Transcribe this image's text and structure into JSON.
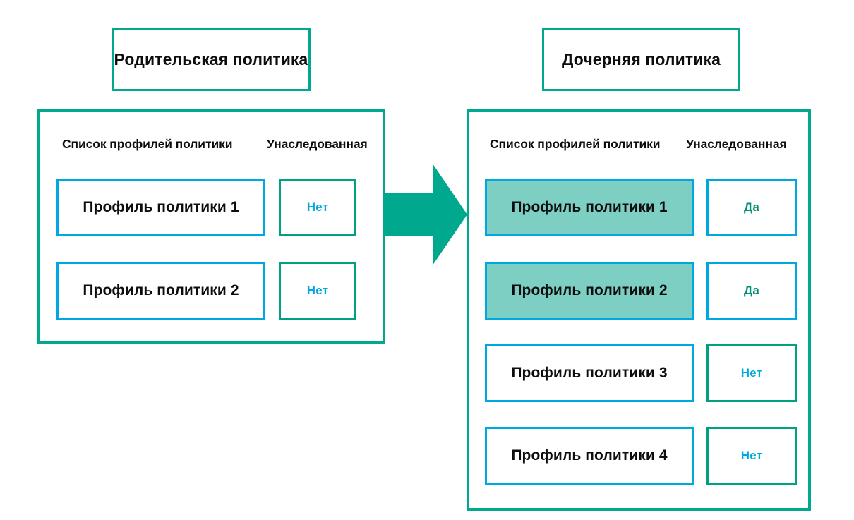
{
  "diagram": {
    "parent": {
      "title": "Родительская политика",
      "headers": {
        "profiles": "Список профилей политики",
        "inherited": "Унаследованная"
      },
      "rows": [
        {
          "profile": "Профиль политики 1",
          "inherited": "Нет",
          "highlighted": false
        },
        {
          "profile": "Профиль политики 2",
          "inherited": "Нет",
          "highlighted": false
        }
      ]
    },
    "child": {
      "title": "Дочерняя политика",
      "headers": {
        "profiles": "Список профилей политики",
        "inherited": "Унаследованная"
      },
      "rows": [
        {
          "profile": "Профиль политики 1",
          "inherited": "Да",
          "highlighted": true
        },
        {
          "profile": "Профиль политики 2",
          "inherited": "Да",
          "highlighted": true
        },
        {
          "profile": "Профиль политики 3",
          "inherited": "Нет",
          "highlighted": false
        },
        {
          "profile": "Профиль политики 4",
          "inherited": "Нет",
          "highlighted": false
        }
      ]
    },
    "arrow": {
      "direction": "right",
      "label": ""
    },
    "colors": {
      "teal_border": "#00A88E",
      "blue_border": "#00A8E1",
      "highlight_fill": "#7DCFC4",
      "value_no_text": "#00A8E1",
      "value_yes_text": "#00906F",
      "arrow_fill": "#00A88E",
      "text": "#0d0d0d",
      "background": "#ffffff"
    }
  }
}
